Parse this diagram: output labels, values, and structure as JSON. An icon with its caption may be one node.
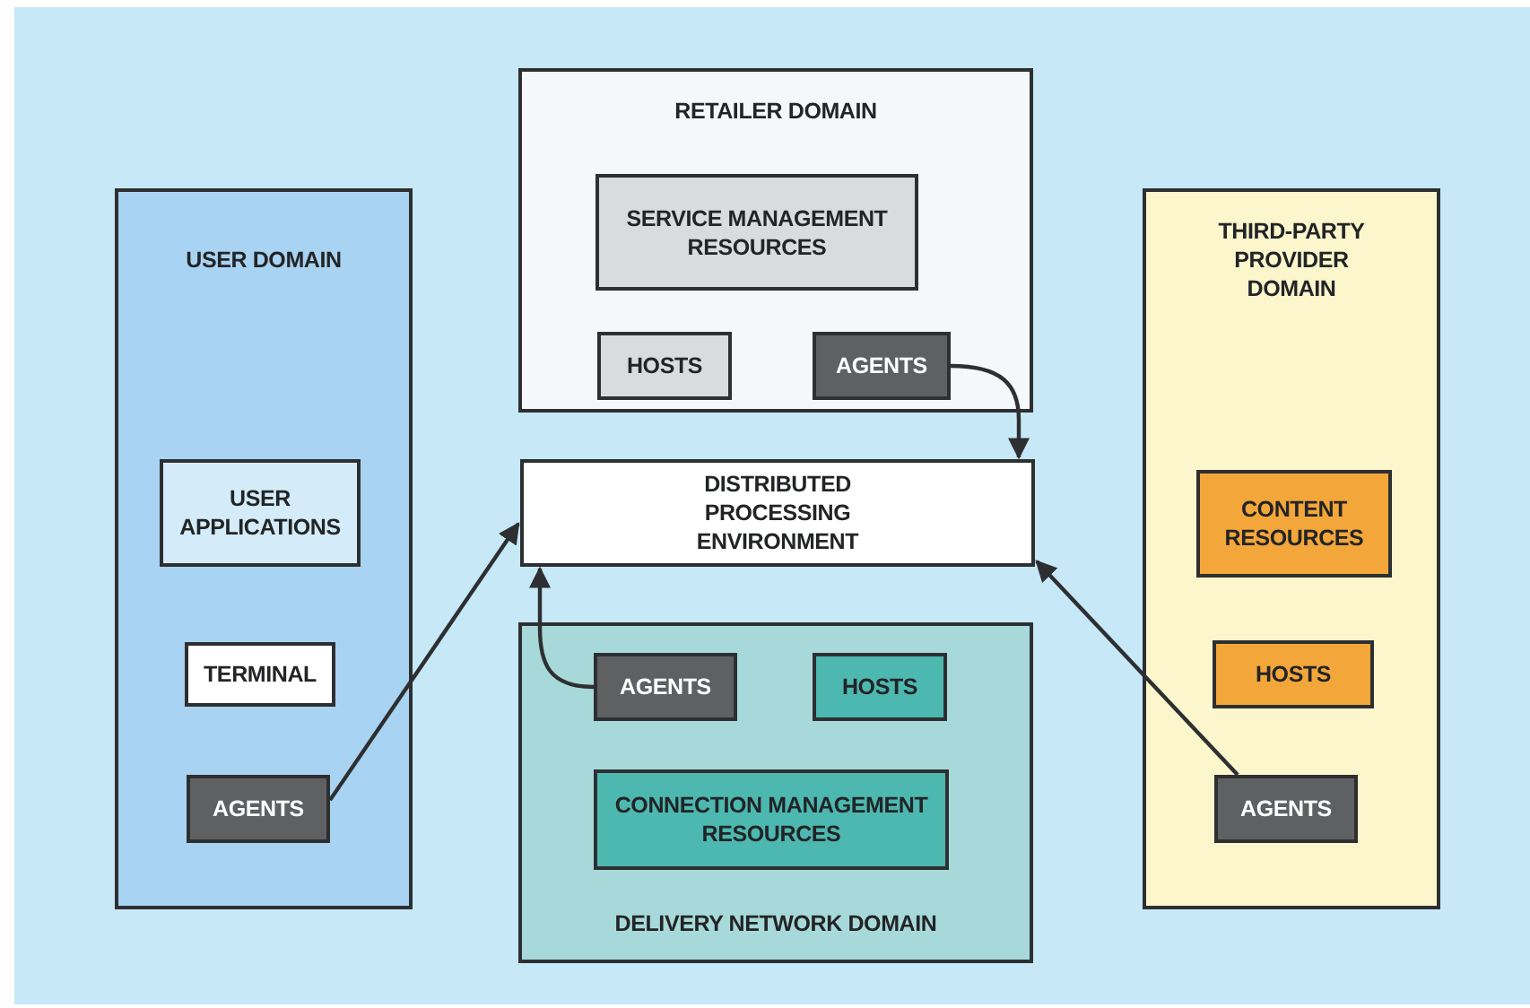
{
  "diagram": {
    "nodes": [
      {
        "text": [
          "RETAILER DOMAIN"
        ]
      },
      {
        "text": [
          "SERVICE MANAGEMENT RESOURCES"
        ],
        "in": 0
      },
      {
        "text": [
          "HOSTS"
        ],
        "in": 0
      },
      {
        "text": [
          "AGENTS"
        ],
        "in": 0
      },
      {
        "text": [
          "USER DOMAIN"
        ]
      },
      {
        "text": [
          "USER APPLICATIONS"
        ],
        "in": 4
      },
      {
        "text": [
          "TERMINAL"
        ],
        "in": 4
      },
      {
        "text": [
          "AGENTS"
        ],
        "in": 4
      },
      {
        "text": [
          "THIRD-PARTY PROVIDER DOMAIN"
        ]
      },
      {
        "text": [
          "CONTENT RESOURCES"
        ],
        "in": 8
      },
      {
        "text": [
          "HOSTS"
        ],
        "in": 8
      },
      {
        "text": [
          "AGENTS"
        ],
        "in": 8
      },
      {
        "text": [
          "DISTRIBUTED PROCESSING ENVIRONMENT"
        ]
      },
      {
        "text": [
          "DELIVERY NETWORK DOMAIN"
        ]
      },
      {
        "text": [
          "AGENTS"
        ],
        "in": 13
      },
      {
        "text": [
          "HOSTS"
        ],
        "in": 13
      },
      {
        "text": [
          "CONNECTION MANAGEMENT RESOURCES"
        ],
        "in": 13
      }
    ],
    "edges": [
      {
        "from": 3,
        "to": 12,
        "arrow": "to"
      },
      {
        "from": 7,
        "to": 12,
        "arrow": "to"
      },
      {
        "from": 14,
        "to": 12,
        "arrow": "to"
      },
      {
        "from": 11,
        "to": 12,
        "arrow": "to"
      }
    ]
  }
}
